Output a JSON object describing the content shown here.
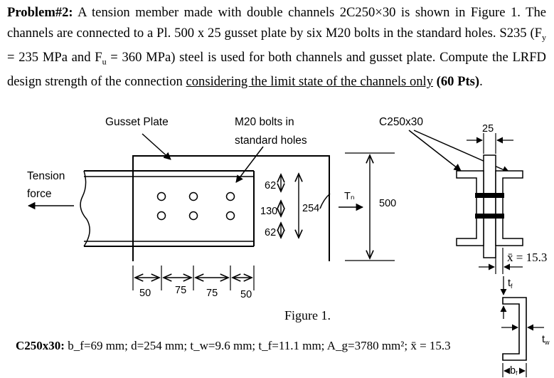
{
  "problem": {
    "heading": "Problem#2:",
    "text_a": " A tension member made with double channels 2C250×30 is shown in Figure 1. The channels are connected to a Pl. 500 x 25 gusset plate by six M20 bolts in the standard holes. S235 (F",
    "fy_sub": "y",
    "text_b": " = 235 MPa and F",
    "fu_sub": "u",
    "text_c": " = 360 MPa) steel is used for both channels and gusset plate. Compute the LRFD design strength of the connection ",
    "underlined": "considering the limit state of the channels only",
    "points": " (60 Pts)",
    "end": "."
  },
  "figure": {
    "gusset_label": "Gusset Plate",
    "bolts_label_1": "M20 bolts in",
    "bolts_label_2": "standard holes",
    "section_label": "C250x30",
    "tension_1": "Tension",
    "tension_2": "force",
    "dim_62_top": "62",
    "dim_130": "130",
    "dim_62_bot": "62",
    "dim_254": "254",
    "tn_label": "Tₙ",
    "dim_500": "500",
    "dim_25": "25",
    "xbar": "x̄ = 15.3",
    "tf": "t",
    "tf_sub": "f",
    "tw": "t",
    "tw_sub": "w",
    "bf": "b",
    "bf_sub": "f",
    "pitch": [
      "50",
      "75",
      "75",
      "50"
    ],
    "caption": "Figure 1."
  },
  "properties": {
    "name": "C250x30:",
    "values": " b_f=69 mm; d=254 mm; t_w=9.6 mm; t_f=11.1 mm; A_g=3780 mm²; x̄ = 15.3"
  }
}
